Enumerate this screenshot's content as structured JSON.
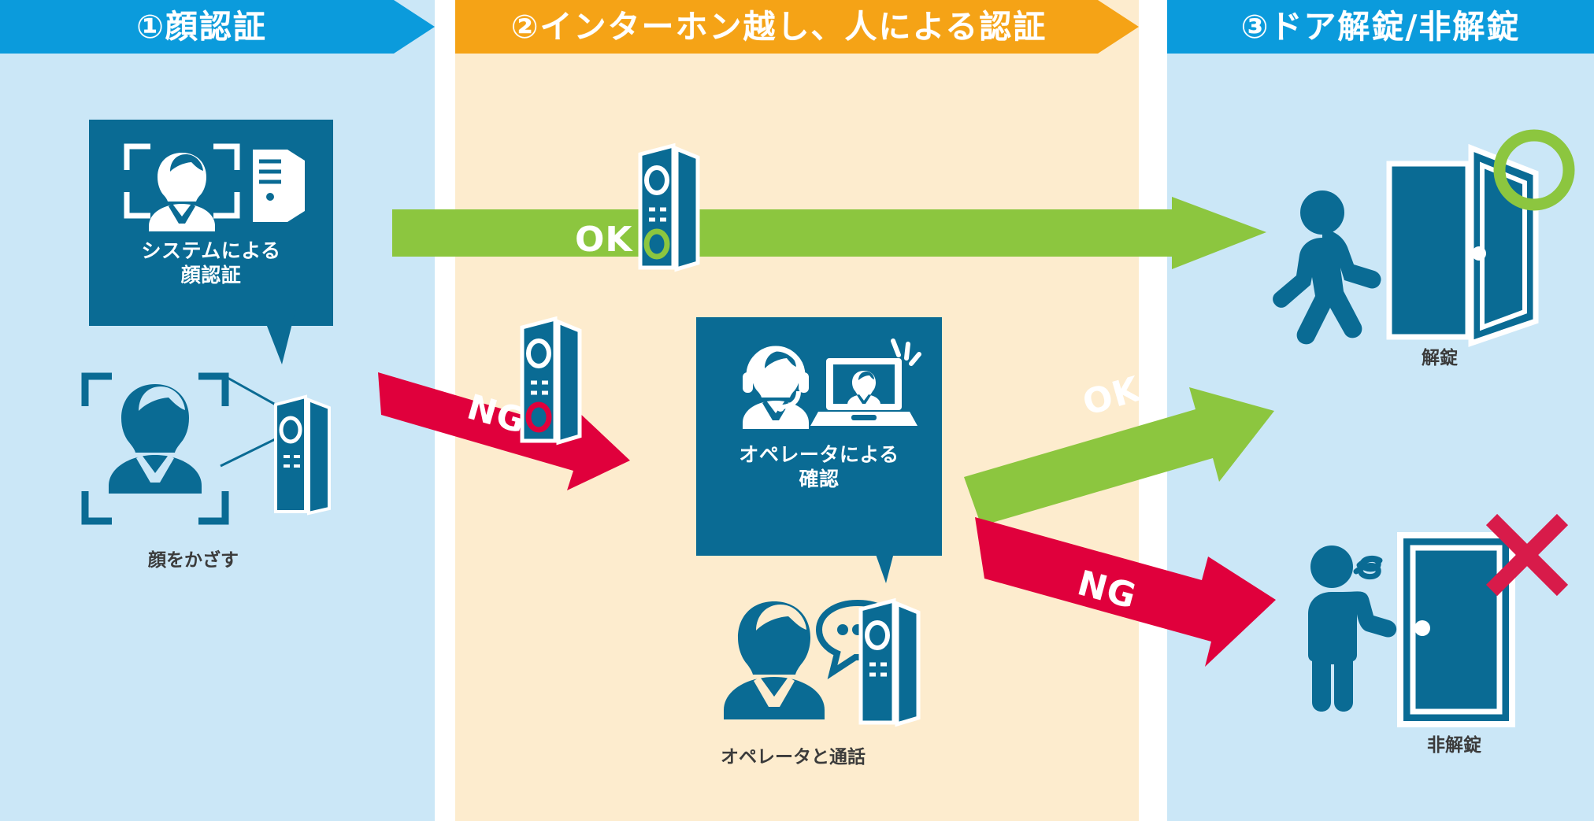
{
  "headers": [
    {
      "id": "step1",
      "label": "①顔認証",
      "color": "#0b9bdc"
    },
    {
      "id": "step2",
      "label": "②インターホン越し、人による認証",
      "color": "#f5a316"
    },
    {
      "id": "step3",
      "label": "③ドア解錠/非解錠",
      "color": "#0b9bdc"
    }
  ],
  "panels": {
    "system_auth": {
      "line1": "システムによる",
      "line2": "顔認証"
    },
    "operator_check": {
      "line1": "オペレータによる",
      "line2": "確認"
    }
  },
  "captions": {
    "hold_face": "顔をかざす",
    "talk_operator": "オペレータと通話",
    "unlocked": "解錠",
    "locked": "非解錠"
  },
  "arrows": [
    {
      "id": "ok-top",
      "label": "OK",
      "color": "#8cc63f",
      "direction": "right"
    },
    {
      "id": "ng-to-operator",
      "label": "NG",
      "color": "#e0003c",
      "direction": "down-right"
    },
    {
      "id": "ok-to-unlock",
      "label": "OK",
      "color": "#8cc63f",
      "direction": "up-right"
    },
    {
      "id": "ng-to-lock",
      "label": "NG",
      "color": "#e0003c",
      "direction": "down-right"
    }
  ],
  "status_marks": {
    "unlock_circle": {
      "name": "green-circle",
      "color": "#8cc63f"
    },
    "lock_cross": {
      "name": "red-cross",
      "color": "#d81b4a"
    }
  },
  "colors": {
    "column1_bg": "#cbe7f7",
    "column2_bg": "#fdecce",
    "column3_bg": "#cbe7f7",
    "icon_blue": "#0a6b94",
    "accent_blue": "#0b9bdc",
    "accent_orange": "#f5a316",
    "ok_green": "#8cc63f",
    "ng_red": "#e0003c"
  }
}
